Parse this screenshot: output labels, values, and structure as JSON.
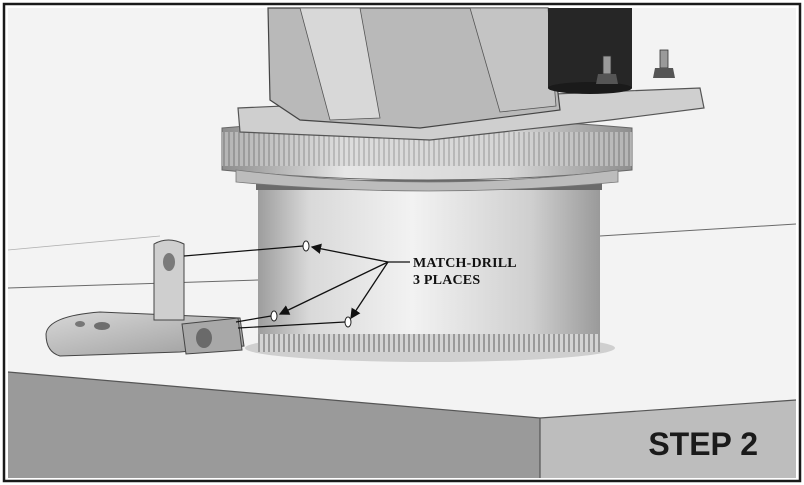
{
  "callout": {
    "line1": "MATCH-DRILL",
    "line2": "3 PLACES"
  },
  "step_label": "STEP 2",
  "colors": {
    "frame_border": "#1a1a1a",
    "table_top": "#f2f2f2",
    "table_front": "#9a9a9a",
    "table_side": "#bdbdbd",
    "part_metal": "#c8c8c8",
    "part_shadow": "#7a7a7a"
  },
  "icons": [
    "drill-hole-icon",
    "leader-arrow-icon"
  ]
}
